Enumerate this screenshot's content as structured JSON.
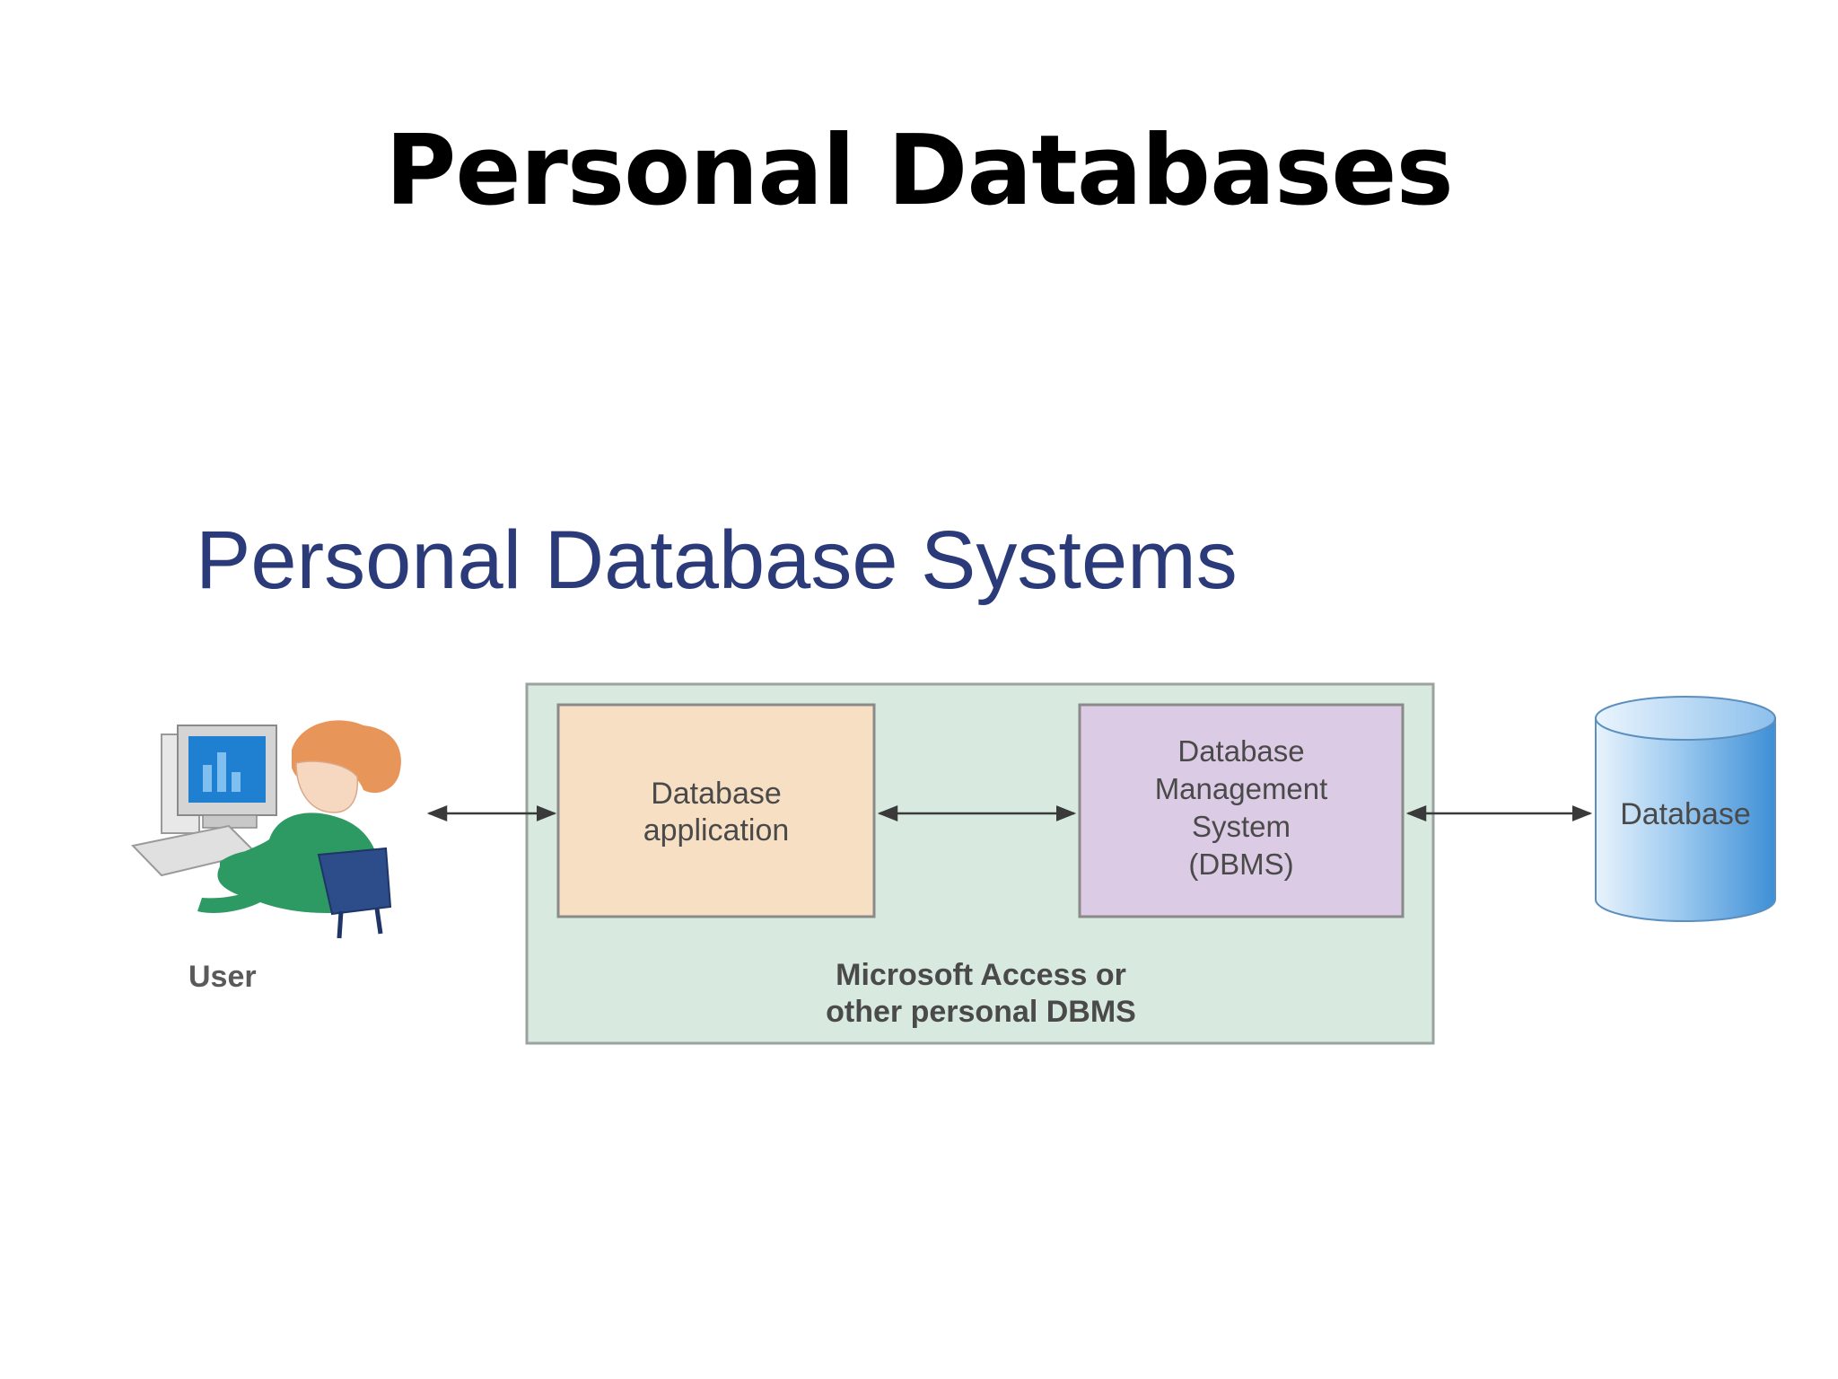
{
  "slide": {
    "title": "Personal Databases"
  },
  "diagram": {
    "heading": "Personal Database Systems",
    "user_label": "User",
    "app_box": {
      "line1": "Database",
      "line2": "application"
    },
    "dbms_box": {
      "line1": "Database",
      "line2": "Management",
      "line3": "System",
      "line4": "(DBMS)"
    },
    "container_caption": {
      "line1": "Microsoft Access or",
      "line2": "other personal DBMS"
    },
    "database_label": "Database",
    "icons": {
      "user": "user-at-computer-icon",
      "database": "database-cylinder-icon"
    },
    "colors": {
      "heading": "#2b3a78",
      "container_fill": "#d8eadf",
      "container_border": "#9aa3a0",
      "app_fill": "#f7dfc4",
      "dbms_fill": "#dccbe4",
      "box_border": "#8a8a8a",
      "database_fill": "#7fb6e6",
      "text": "#4a4a4a"
    }
  }
}
